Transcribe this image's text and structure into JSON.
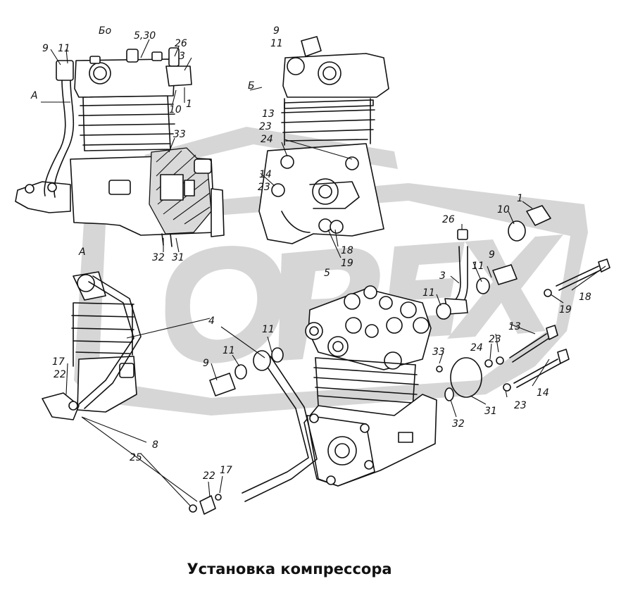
{
  "title": "Установка компрессора",
  "watermark": "OPEX",
  "view_labels": {
    "view_a": "А",
    "view_b": "Б",
    "arrow_b": "Бо"
  },
  "callouts": {
    "c_9_tl": "9",
    "c_11_tl": "11",
    "c_5_30": "5,30",
    "c_26_tl": "26",
    "c_3_tl": "3",
    "c_10_tl": "10",
    "c_1_tl": "1",
    "c_33_tl": "33",
    "c_32_tl": "32",
    "c_31_tl": "31",
    "c_9_tc": "9",
    "c_11_tc": "11",
    "c_13_tc": "13",
    "c_23_tc": "23",
    "c_24_tc": "24",
    "c_14_tc": "14",
    "c_23_tc2": "23",
    "c_18_tc": "18",
    "c_19_tc": "19",
    "c_26_r": "26",
    "c_10_r": "10",
    "c_1_r": "1",
    "c_5_r": "5",
    "c_3_r": "3",
    "c_11_r": "11",
    "c_9_r": "9",
    "c_11_r2": "11",
    "c_18_r": "18",
    "c_19_r": "19",
    "c_23_r": "23",
    "c_13_r": "13",
    "c_24_r": "24",
    "c_33_r": "33",
    "c_31_r": "31",
    "c_32_r": "32",
    "c_23_r2": "23",
    "c_14_r": "14",
    "c_4": "4",
    "c_11_m": "11",
    "c_11_m2": "11",
    "c_9_m": "9",
    "c_17_l": "17",
    "c_22_l": "22",
    "c_8": "8",
    "c_25": "25",
    "c_22_b": "22",
    "c_17_b": "17"
  }
}
